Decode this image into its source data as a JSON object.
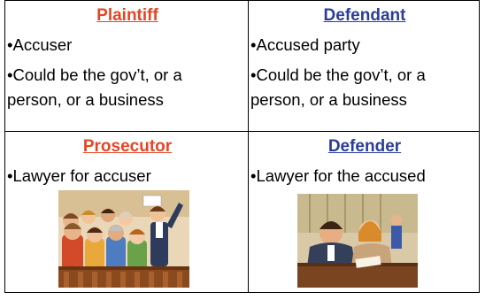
{
  "plaintiff": {
    "title": "Plaintiff",
    "bullet1": "•Accuser",
    "bullet2_line1": "•Could be the gov’t, or a",
    "bullet2_line2": "person, or a business"
  },
  "defendant": {
    "title": "Defendant",
    "bullet1": "•Accused party",
    "bullet2_line1": "•Could be the gov’t, or a",
    "bullet2_line2": "person, or a business"
  },
  "prosecutor": {
    "title": "Prosecutor",
    "bullet1": "•Lawyer for accuser",
    "image_icon": "courtroom-jury-clipart"
  },
  "defender": {
    "title": "Defender",
    "bullet1": "•Lawyer for the accused",
    "image_icon": "lawyer-client-clipart"
  },
  "colors": {
    "red_heading": "#e64524",
    "blue_heading": "#2b3d9b",
    "border": "#000000"
  }
}
